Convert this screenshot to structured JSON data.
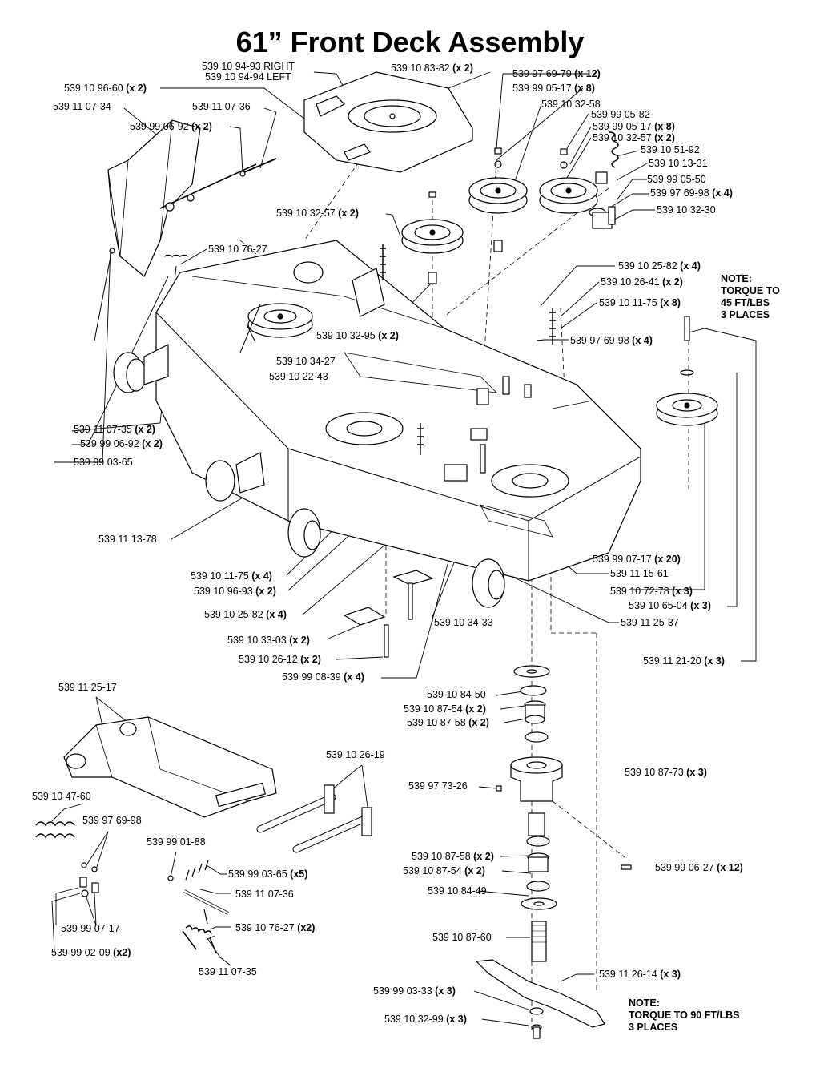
{
  "title": "61” Front Deck Assembly",
  "parts": [
    {
      "id": "p1",
      "num": "539 10 94-93 RIGHT",
      "qty": ""
    },
    {
      "id": "p2",
      "num": "539 10 94-94 LEFT",
      "qty": ""
    },
    {
      "id": "p3",
      "num": "539 10 83-82",
      "qty": "(x 2)"
    },
    {
      "id": "p4",
      "num": "539 10 96-60",
      "qty": "(x 2)"
    },
    {
      "id": "p5",
      "num": "539 11 07-34",
      "qty": ""
    },
    {
      "id": "p6",
      "num": "539 11 07-36",
      "qty": ""
    },
    {
      "id": "p7",
      "num": "539 99 06-92",
      "qty": "(x 2)"
    },
    {
      "id": "p8",
      "num": "539 97 69-79",
      "qty": "(x 12)"
    },
    {
      "id": "p9",
      "num": "539 99 05-17",
      "qty": "(x 8)"
    },
    {
      "id": "p10",
      "num": "539 10 32-58",
      "qty": ""
    },
    {
      "id": "p11",
      "num": "539 99 05-82",
      "qty": ""
    },
    {
      "id": "p12",
      "num": "539 99 05-17",
      "qty": "(x 8)"
    },
    {
      "id": "p13",
      "num": "539 10 32-57",
      "qty": "(x 2)"
    },
    {
      "id": "p14",
      "num": "539 10 51-92",
      "qty": ""
    },
    {
      "id": "p15",
      "num": "539 10 13-31",
      "qty": ""
    },
    {
      "id": "p16",
      "num": "539 99 05-50",
      "qty": ""
    },
    {
      "id": "p17",
      "num": "539 97 69-98",
      "qty": "(x 4)"
    },
    {
      "id": "p18",
      "num": "539 10 32-30",
      "qty": ""
    },
    {
      "id": "p19",
      "num": "539 10 32-57",
      "qty": "(x 2)"
    },
    {
      "id": "p20",
      "num": "539 10 76-27",
      "qty": ""
    },
    {
      "id": "p21",
      "num": "539 10 25-82",
      "qty": "(x 4)"
    },
    {
      "id": "p22",
      "num": "539 10 26-41",
      "qty": "(x 2)"
    },
    {
      "id": "p23",
      "num": "539 10 11-75",
      "qty": "(x 8)"
    },
    {
      "id": "p24",
      "num": "539 97 69-98",
      "qty": "(x 4)"
    },
    {
      "id": "p25",
      "num": "539 10 32-95",
      "qty": "(x 2)"
    },
    {
      "id": "p26",
      "num": "539 10 34-27",
      "qty": ""
    },
    {
      "id": "p27",
      "num": "539 10 22-43",
      "qty": ""
    },
    {
      "id": "p28",
      "num": "539 11 07-35",
      "qty": "(x 2)"
    },
    {
      "id": "p29",
      "num": "539 99 06-92",
      "qty": "(x 2)"
    },
    {
      "id": "p30",
      "num": "539 99 03-65",
      "qty": ""
    },
    {
      "id": "p31",
      "num": "539 11 13-78",
      "qty": ""
    },
    {
      "id": "p32",
      "num": "539 99 07-17",
      "qty": "(x 20)"
    },
    {
      "id": "p33",
      "num": "539 11 15-61",
      "qty": ""
    },
    {
      "id": "p34",
      "num": "539 10 11-75",
      "qty": "(x 4)"
    },
    {
      "id": "p35",
      "num": "539 10 96-93",
      "qty": "(x 2)"
    },
    {
      "id": "p36",
      "num": "539 10 72-78",
      "qty": "(x 3)"
    },
    {
      "id": "p37",
      "num": "539 10 65-04",
      "qty": "(x 3)"
    },
    {
      "id": "p38",
      "num": "539 10 25-82",
      "qty": "(x 4)"
    },
    {
      "id": "p39",
      "num": "539 10 34-33",
      "qty": ""
    },
    {
      "id": "p40",
      "num": "539 11 25-37",
      "qty": ""
    },
    {
      "id": "p41",
      "num": "539 10 33-03",
      "qty": "(x 2)"
    },
    {
      "id": "p42",
      "num": "539 10 26-12",
      "qty": "(x 2)"
    },
    {
      "id": "p43",
      "num": "539 11 21-20",
      "qty": "(x 3)"
    },
    {
      "id": "p44",
      "num": "539 99 08-39",
      "qty": "(x 4)"
    },
    {
      "id": "p45",
      "num": "539 11 25-17",
      "qty": ""
    },
    {
      "id": "p46",
      "num": "539 10 84-50",
      "qty": ""
    },
    {
      "id": "p47",
      "num": "539 10 87-54",
      "qty": "(x 2)"
    },
    {
      "id": "p48",
      "num": "539 10 87-58",
      "qty": "(x 2)"
    },
    {
      "id": "p49",
      "num": "539 10 26-19",
      "qty": ""
    },
    {
      "id": "p50",
      "num": "539 10 87-73",
      "qty": "(x 3)"
    },
    {
      "id": "p51",
      "num": "539 97 73-26",
      "qty": ""
    },
    {
      "id": "p52",
      "num": "539 10 47-60",
      "qty": ""
    },
    {
      "id": "p53",
      "num": "539 97 69-98",
      "qty": ""
    },
    {
      "id": "p54",
      "num": "539 99 01-88",
      "qty": ""
    },
    {
      "id": "p55",
      "num": "539 99 03-65",
      "qty": "(x5)"
    },
    {
      "id": "p56",
      "num": "539 10 87-58",
      "qty": "(x 2)"
    },
    {
      "id": "p57",
      "num": "539 10 87-54",
      "qty": "(x 2)"
    },
    {
      "id": "p58",
      "num": "539 99 06-27",
      "qty": "(x 12)"
    },
    {
      "id": "p59",
      "num": "539 11 07-36",
      "qty": ""
    },
    {
      "id": "p60",
      "num": "539 10 84-49",
      "qty": ""
    },
    {
      "id": "p61",
      "num": "539 99 07-17",
      "qty": ""
    },
    {
      "id": "p62",
      "num": "539 10 76-27",
      "qty": "(x2)"
    },
    {
      "id": "p63",
      "num": "539 99 02-09",
      "qty": "(x2)"
    },
    {
      "id": "p64",
      "num": "539 10 87-60",
      "qty": ""
    },
    {
      "id": "p65",
      "num": "539 11 07-35",
      "qty": ""
    },
    {
      "id": "p66",
      "num": "539 11 26-14",
      "qty": "(x 3)"
    },
    {
      "id": "p67",
      "num": "539 99 03-33",
      "qty": "(x 3)"
    },
    {
      "id": "p68",
      "num": "539 10 32-99",
      "qty": "(x 3)"
    }
  ],
  "notes": [
    {
      "id": "n1",
      "lines": [
        "NOTE:",
        "TORQUE TO",
        "45 FT/LBS",
        "3 PLACES"
      ]
    },
    {
      "id": "n2",
      "lines": [
        "NOTE:",
        "TORQUE TO 90 FT/LBS",
        "3 PLACES"
      ]
    }
  ]
}
